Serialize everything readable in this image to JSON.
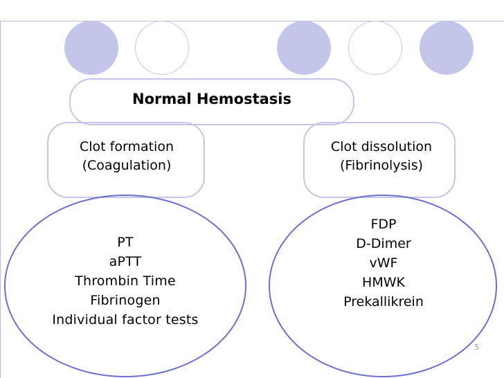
{
  "slide": {
    "page_number": "5",
    "title": "Normal Hemostasis",
    "branches": [
      {
        "heading_line1": "Clot formation",
        "heading_line2": "(Coagulation)",
        "items": "PT\naPTT\nThrombin Time\nFibrinogen\nIndividual factor tests"
      },
      {
        "heading_line1": "Clot dissolution",
        "heading_line2": "(Fibrinolysis)",
        "items": "FDP\nD-Dimer\nvWF\nHMWK\nPrekallikrein"
      }
    ],
    "colors": {
      "ellipse_stroke": "#6a6fd0",
      "banner_stroke": "#c3c6e8",
      "deco_fill": "#c3c6e8",
      "text": "#000000"
    }
  }
}
